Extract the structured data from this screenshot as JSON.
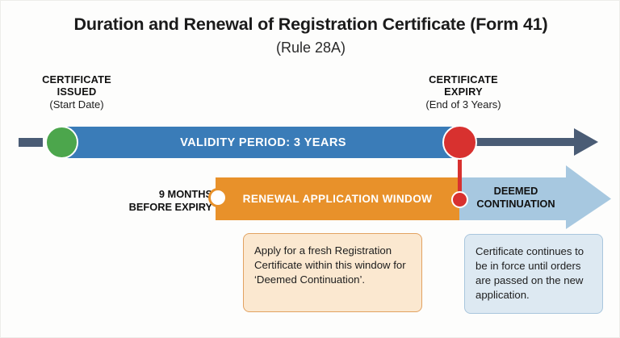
{
  "header": {
    "title": "Duration and Renewal of Registration Certificate (Form 41)",
    "subtitle": "(Rule 28A)"
  },
  "timeline": {
    "start_node": {
      "label_line1": "CERTIFICATE",
      "label_line2": "ISSUED",
      "label_sub": "(Start Date)",
      "color": "#4CA64C"
    },
    "expiry_node": {
      "label_line1": "CERTIFICATE",
      "label_line2": "EXPIRY",
      "label_sub": "(End of 3 Years)",
      "color": "#D8312F"
    },
    "validity_bar": {
      "text": "VALIDITY PERIOD: 3 YEARS",
      "color": "#3A7CB8"
    },
    "continuation_arrow_color": "#4A5C75",
    "start_stub_color": "#4A5C75"
  },
  "renewal": {
    "start_label_line1": "9 MONTHS",
    "start_label_line2": "BEFORE EXPIRY",
    "window_bar": {
      "text": "RENEWAL APPLICATION WINDOW",
      "color": "#E8912A"
    },
    "deemed_arrow": {
      "label_line1": "DEEMED",
      "label_line2": "CONTINUATION",
      "color": "#A7C8E0"
    },
    "connector_color": "#D8312F"
  },
  "notes": {
    "renewal_note": "Apply for a fresh Registration Certificate within this window for ‘Deemed Continuation’.",
    "deemed_note": "Certificate continues to be in force until orders are passed on the new application."
  }
}
